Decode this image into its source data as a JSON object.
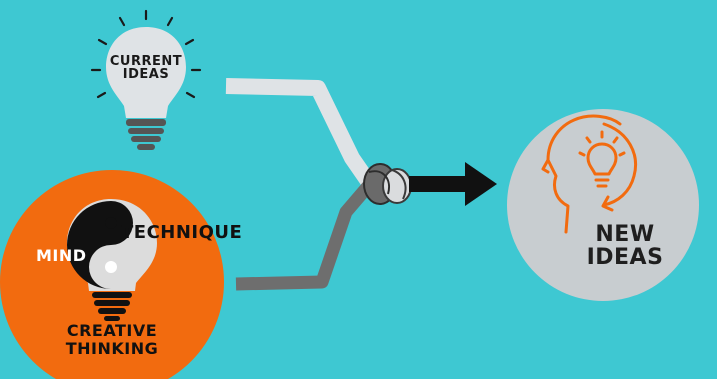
{
  "current_ideas": {
    "line1": "CURRENT",
    "line2": "IDEAS",
    "icon": "lightbulb-icon"
  },
  "creative_thinking": {
    "technique": "TECHNIQUE",
    "mind": "MIND",
    "line1": "CREATIVE",
    "line2": "THINKING",
    "icon": "yin-yang-lightbulb-icon"
  },
  "new_ideas": {
    "line1": "NEW",
    "line2": "IDEAS",
    "icon": "head-with-lightbulb-icon"
  },
  "connector": {
    "icon": "knot-rope-icon",
    "arrow": "right-arrow-icon"
  },
  "colors": {
    "background": "#3ec8d2",
    "orange": "#f26b0f",
    "light_gray": "#c8cdd0",
    "dark_gray": "#6e6e6e",
    "black": "#111111"
  }
}
